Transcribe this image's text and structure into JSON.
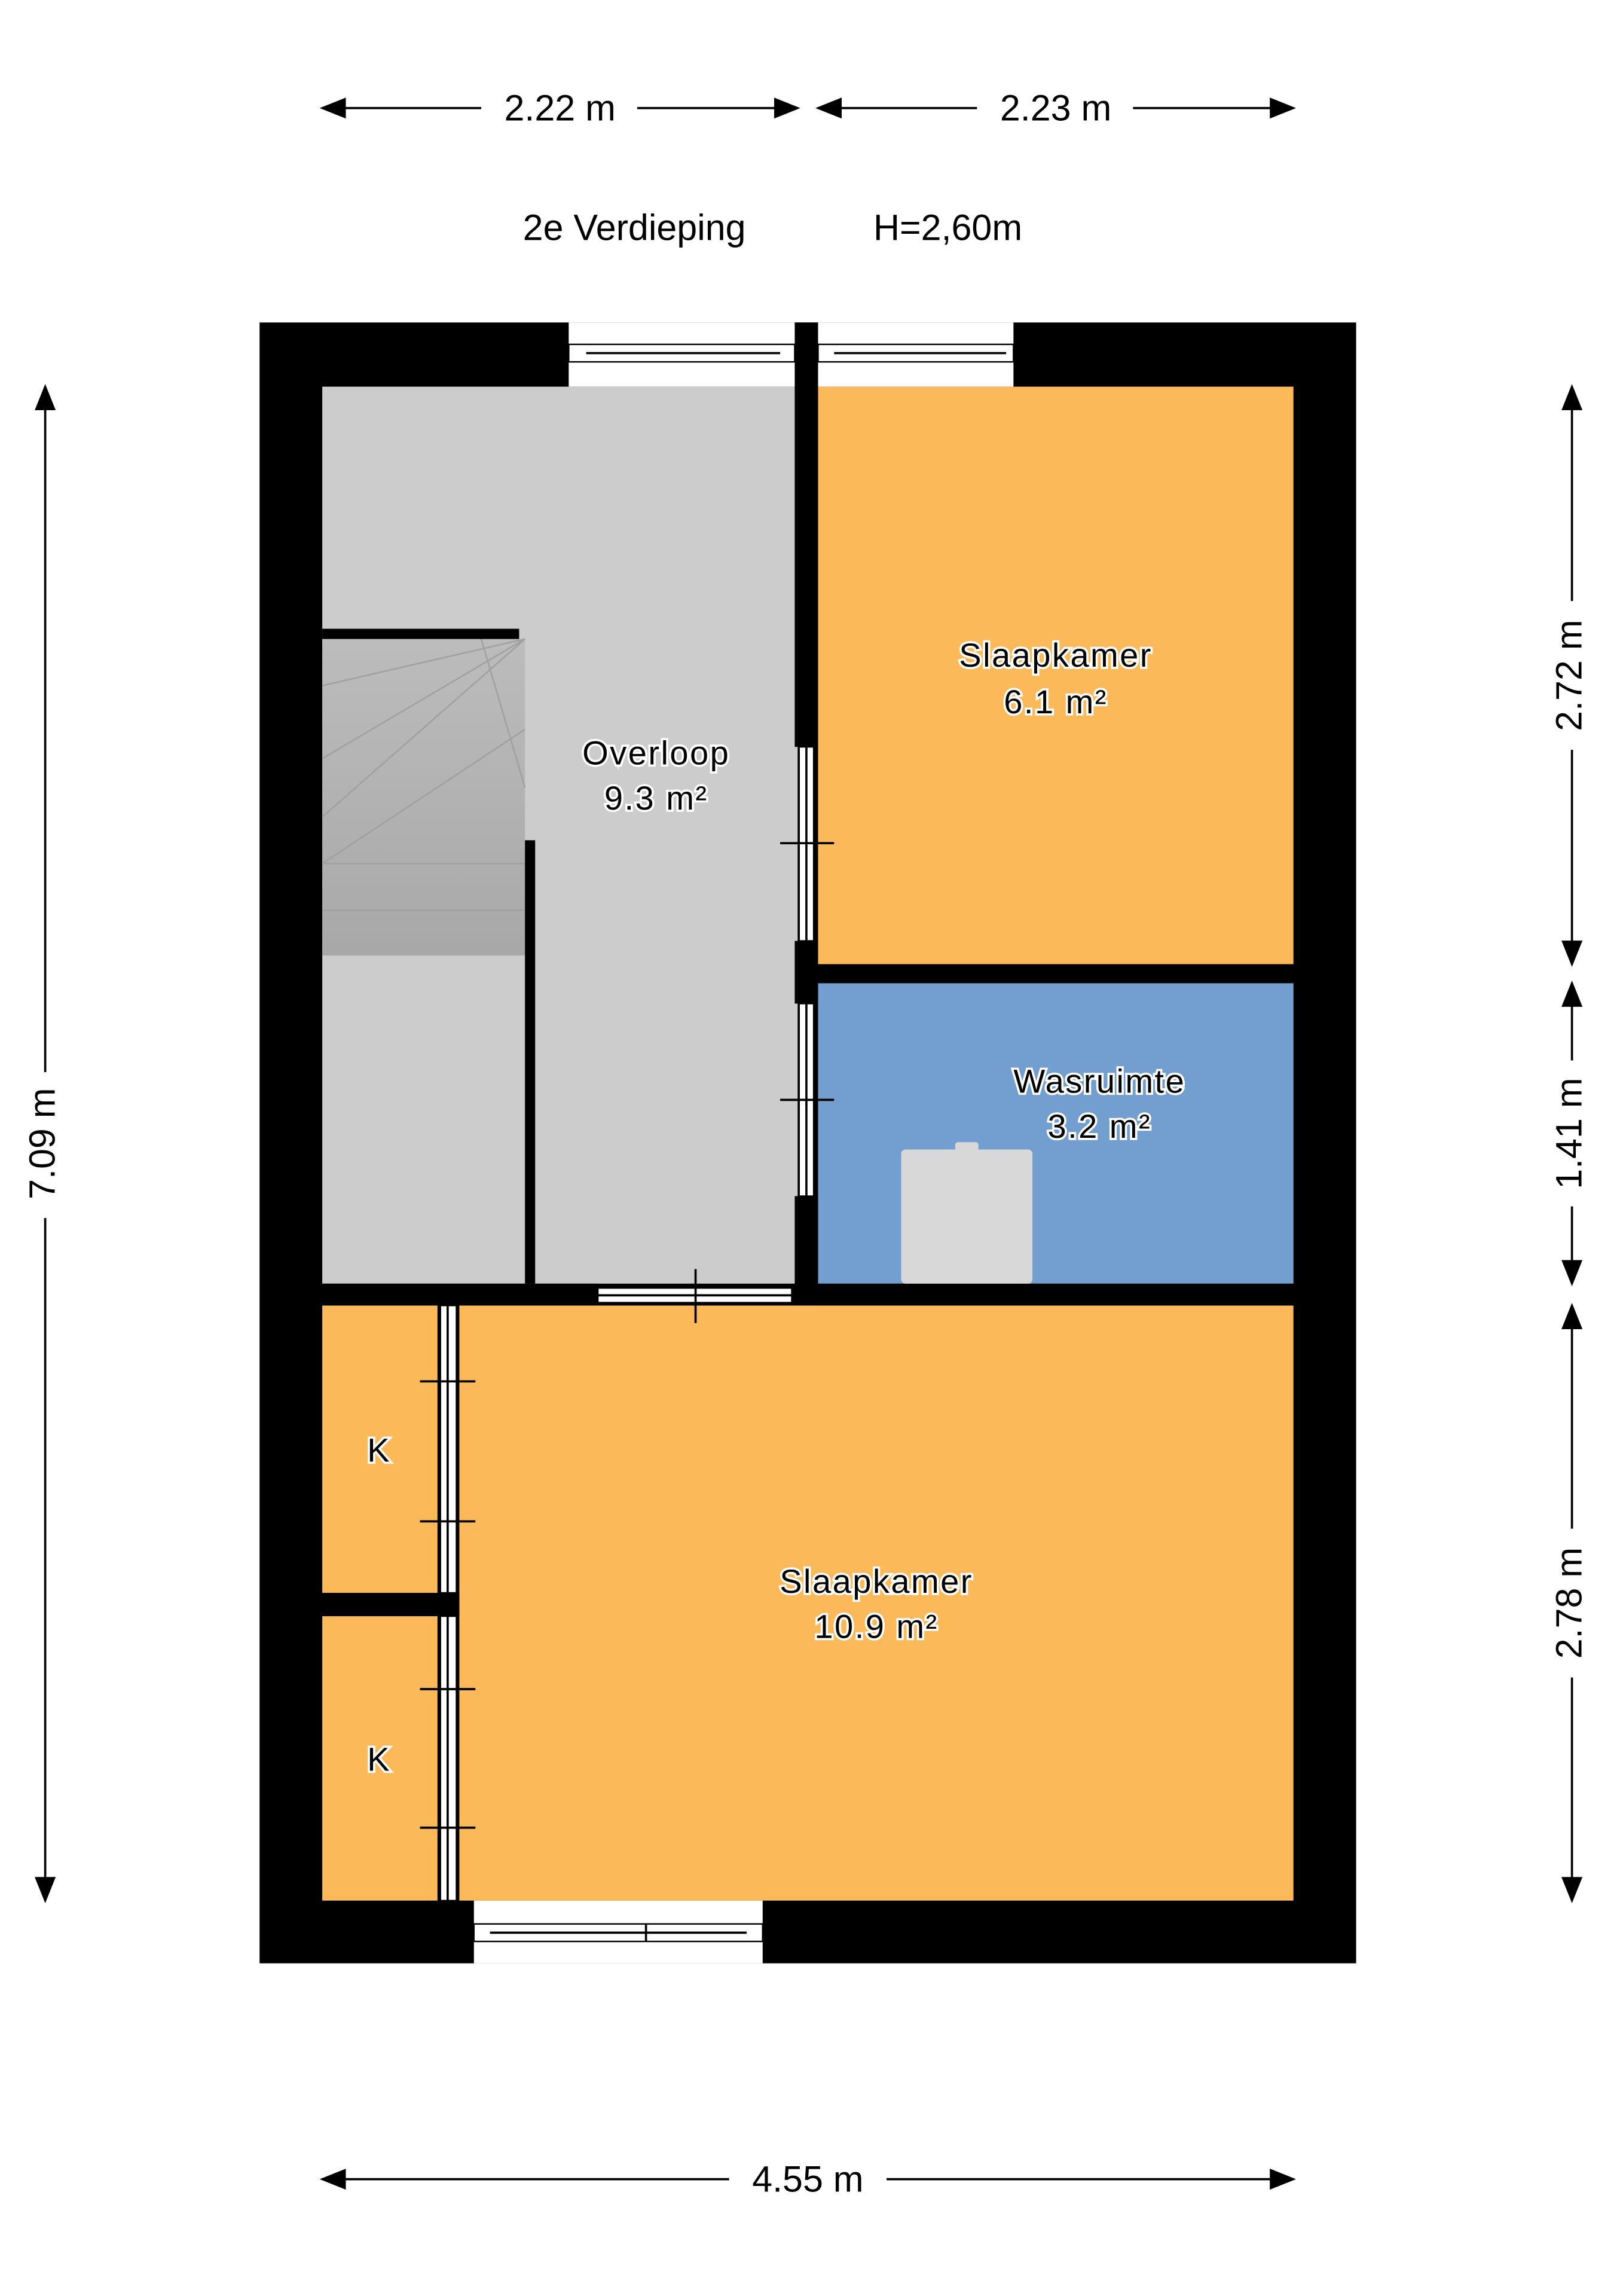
{
  "floor": {
    "name": "2e Verdieping",
    "height": "H=2,60m"
  },
  "dimensions": {
    "top_left": "2.22 m",
    "top_right": "2.23 m",
    "left_total": "7.09 m",
    "right_top": "2.72 m",
    "right_middle": "1.41 m",
    "right_bottom": "2.78 m",
    "bottom_total": "4.55 m"
  },
  "rooms": {
    "overloop": {
      "name": "Overloop",
      "area": "9.3 m²"
    },
    "slaapkamer_1": {
      "name": "Slaapkamer",
      "area": "6.1 m²"
    },
    "wasruimte": {
      "name": "Wasruimte",
      "area": "3.2 m²"
    },
    "slaapkamer_2": {
      "name": "Slaapkamer",
      "area": "10.9 m²"
    },
    "kast_1": {
      "name": "K"
    },
    "kast_2": {
      "name": "K"
    }
  },
  "colors": {
    "bedroom": "#FBB95A",
    "laundry": "#729FCF",
    "landing": "#CCCCCC",
    "wall": "#000000"
  }
}
